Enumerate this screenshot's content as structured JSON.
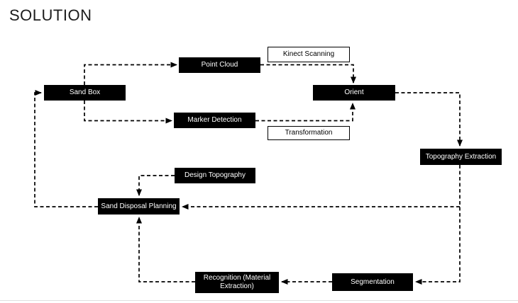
{
  "title": "SOLUTION",
  "diagram": {
    "colors": {
      "node_fill": "#000000",
      "node_text": "#ffffff",
      "annotation_fill": "#ffffff",
      "annotation_border": "#000000",
      "annotation_text": "#000000",
      "connector": "#000000",
      "background": "#ffffff"
    },
    "nodes": [
      {
        "id": "sand-box",
        "label": "Sand Box",
        "kind": "process"
      },
      {
        "id": "point-cloud",
        "label": "Point Cloud",
        "kind": "process"
      },
      {
        "id": "kinect-scanning",
        "label": "Kinect Scanning",
        "kind": "annotation"
      },
      {
        "id": "orient",
        "label": "Orient",
        "kind": "process"
      },
      {
        "id": "marker-detection",
        "label": "Marker Detection",
        "kind": "process"
      },
      {
        "id": "transformation",
        "label": "Transformation",
        "kind": "annotation"
      },
      {
        "id": "topography-extraction",
        "label": "Topography Extraction",
        "kind": "process"
      },
      {
        "id": "design-topography",
        "label": "Design Topography",
        "kind": "process"
      },
      {
        "id": "sand-disposal-planning",
        "label": "Sand Disposal Planning",
        "kind": "process"
      },
      {
        "id": "recognition-material-extraction",
        "label": "Recognition (Material Extraction)",
        "kind": "process"
      },
      {
        "id": "segmentation",
        "label": "Segmentation",
        "kind": "process"
      }
    ],
    "edges": [
      {
        "from": "sand-box",
        "to": "point-cloud"
      },
      {
        "from": "point-cloud",
        "to": "orient",
        "annotation": "kinect-scanning"
      },
      {
        "from": "sand-box",
        "to": "marker-detection"
      },
      {
        "from": "marker-detection",
        "to": "orient",
        "annotation": "transformation"
      },
      {
        "from": "orient",
        "to": "topography-extraction"
      },
      {
        "from": "topography-extraction",
        "to": "sand-disposal-planning"
      },
      {
        "from": "topography-extraction",
        "to": "segmentation"
      },
      {
        "from": "segmentation",
        "to": "recognition-material-extraction"
      },
      {
        "from": "recognition-material-extraction",
        "to": "sand-disposal-planning"
      },
      {
        "from": "design-topography",
        "to": "sand-disposal-planning"
      },
      {
        "from": "sand-disposal-planning",
        "to": "sand-box"
      }
    ]
  }
}
